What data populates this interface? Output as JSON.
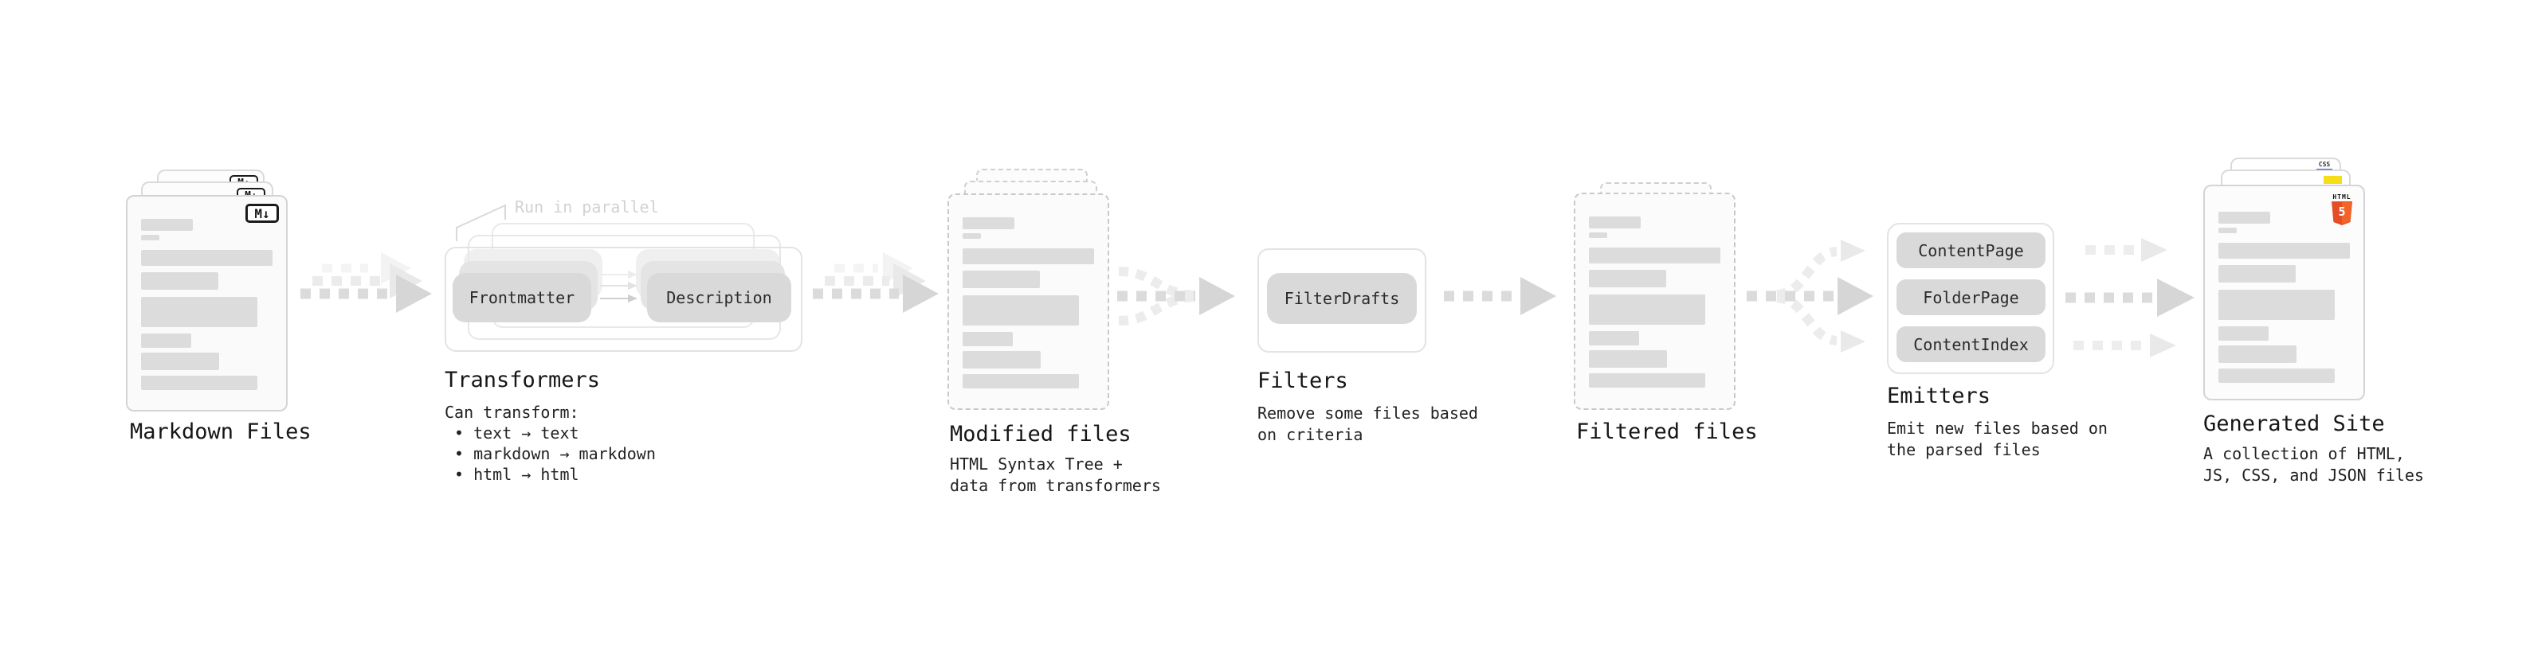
{
  "markdown": {
    "title": "Markdown Files",
    "badge": "M↓"
  },
  "transformers": {
    "note": "Run in parallel",
    "box_left": "Frontmatter",
    "box_right": "Description",
    "title": "Transformers",
    "desc_heading": "Can transform:",
    "bullets": [
      "• text → text",
      "• markdown → markdown",
      "• html → html"
    ]
  },
  "modified": {
    "title": "Modified files",
    "desc": [
      "HTML Syntax Tree +",
      "data from transformers"
    ]
  },
  "filters": {
    "box": "FilterDrafts",
    "title": "Filters",
    "desc": [
      "Remove some files based",
      "on criteria"
    ]
  },
  "filtered": {
    "title": "Filtered files"
  },
  "emitters": {
    "boxes": [
      "ContentPage",
      "FolderPage",
      "ContentIndex"
    ],
    "title": "Emitters",
    "desc": [
      "Emit new files based on",
      "the parsed files"
    ]
  },
  "generated": {
    "title": "Generated Site",
    "desc": [
      "A collection of HTML,",
      "JS, CSS, and JSON files"
    ],
    "badge_css": "CSS",
    "badge_html_label": "HTML",
    "badge_html_number": "5"
  },
  "colors": {
    "html_orange": "#e44d26",
    "html_orange_light": "#f16529",
    "js_yellow": "#f5de19",
    "css_blue": "#264de4",
    "arrow_dark": "#dbdbdb",
    "arrow_light": "#ebebeb"
  }
}
